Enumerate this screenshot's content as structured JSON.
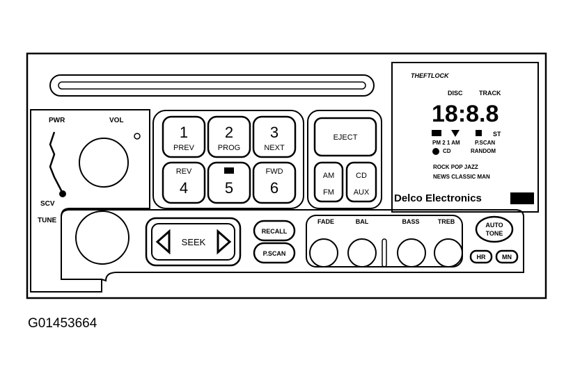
{
  "figure_id": "G01453664",
  "radio": {
    "left": {
      "pwr_label": "PWR",
      "vol_label": "VOL",
      "scv_label": "SCV",
      "tune_label": "TUNE"
    },
    "preset_buttons": [
      {
        "number": "1",
        "label": "PREV"
      },
      {
        "number": "2",
        "label": "PROG"
      },
      {
        "number": "3",
        "label": "NEXT"
      },
      {
        "number": "4",
        "label": "REV"
      },
      {
        "number": "5",
        "label": ""
      },
      {
        "number": "6",
        "label": "FWD"
      }
    ],
    "eject_label": "EJECT",
    "am_fm": {
      "top": "AM",
      "bottom": "FM"
    },
    "cd_aux": {
      "top": "CD",
      "bottom": "AUX"
    },
    "seek_label": "SEEK",
    "recall_label": "RECALL",
    "pscan_label": "P.SCAN",
    "tone_labels": [
      "FADE",
      "BAL",
      "BASS",
      "TREB"
    ],
    "auto_tone": {
      "line1": "AUTO",
      "line2": "TONE"
    },
    "hr_label": "HR",
    "mn_label": "MN",
    "display": {
      "theftlock": "THEFTLOCK",
      "disc_label": "DISC",
      "track_label": "TRACK",
      "digits": "18:8.8",
      "st_label": "ST",
      "pm_line": "PM 2 1 AM",
      "pscan_label": "P.SCAN",
      "cd_label": "CD",
      "random_label": "RANDOM",
      "genre_line1": "ROCK POP JAZZ",
      "genre_line2": "NEWS CLASSIC MAN",
      "brand": "Delco Electronics"
    }
  }
}
